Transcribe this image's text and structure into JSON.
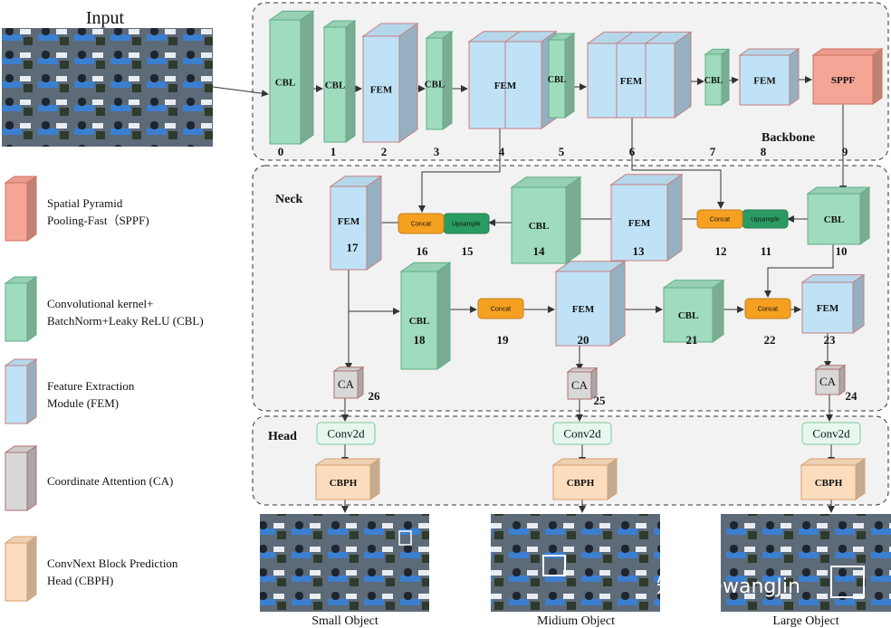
{
  "input_label": "Input",
  "sections": {
    "backbone": "Backbone",
    "neck": "Neck",
    "head": "Head"
  },
  "colors": {
    "sppf": "#f4a596",
    "cbl": "#9fdbbd",
    "fem": "#bfe2f7",
    "ca": "#d8d8d8",
    "cbph": "#fbdcbd",
    "concat": "#f5a020",
    "upsample": "#2a9c63",
    "conv2d": "#e6f7ee"
  },
  "nodes": [
    {
      "id": "b0",
      "type": "cbl",
      "label": "CBL",
      "num": "0"
    },
    {
      "id": "b1",
      "type": "cbl",
      "label": "CBL",
      "num": "1"
    },
    {
      "id": "b2",
      "type": "fem",
      "label": "FEM",
      "num": "2"
    },
    {
      "id": "b3",
      "type": "cbl",
      "label": "CBL",
      "num": "3"
    },
    {
      "id": "b4",
      "type": "fem",
      "label": "FEM",
      "num": "4"
    },
    {
      "id": "b5",
      "type": "cbl",
      "label": "CBL",
      "num": "5"
    },
    {
      "id": "b6",
      "type": "fem",
      "label": "FEM",
      "num": "6"
    },
    {
      "id": "b7",
      "type": "cbl",
      "label": "CBL",
      "num": "7"
    },
    {
      "id": "b8",
      "type": "fem",
      "label": "FEM",
      "num": "8"
    },
    {
      "id": "b9",
      "type": "sppf",
      "label": "SPPF",
      "num": "9"
    },
    {
      "id": "n10",
      "type": "cbl",
      "label": "CBL",
      "num": "10"
    },
    {
      "id": "n11",
      "type": "upsample",
      "label": "Upsample",
      "num": "11"
    },
    {
      "id": "n12",
      "type": "concat",
      "label": "Concat",
      "num": "12"
    },
    {
      "id": "n13",
      "type": "fem",
      "label": "FEM",
      "num": "13"
    },
    {
      "id": "n14",
      "type": "cbl",
      "label": "CBL",
      "num": "14"
    },
    {
      "id": "n15",
      "type": "upsample",
      "label": "Upsample",
      "num": "15"
    },
    {
      "id": "n16",
      "type": "concat",
      "label": "Concat",
      "num": "16"
    },
    {
      "id": "n17",
      "type": "fem",
      "label": "FEM",
      "num": "17"
    },
    {
      "id": "n18",
      "type": "cbl",
      "label": "CBL",
      "num": "18"
    },
    {
      "id": "n19",
      "type": "concat",
      "label": "Concat",
      "num": "19"
    },
    {
      "id": "n20",
      "type": "fem",
      "label": "FEM",
      "num": "20"
    },
    {
      "id": "n21",
      "type": "cbl",
      "label": "CBL",
      "num": "21"
    },
    {
      "id": "n22",
      "type": "concat",
      "label": "Concat",
      "num": "22"
    },
    {
      "id": "n23",
      "type": "fem",
      "label": "FEM",
      "num": "23"
    },
    {
      "id": "n24",
      "type": "ca",
      "label": "CA",
      "num": "24"
    },
    {
      "id": "n25",
      "type": "ca",
      "label": "CA",
      "num": "25"
    },
    {
      "id": "n26",
      "type": "ca",
      "label": "CA",
      "num": "26"
    },
    {
      "id": "h1",
      "type": "conv2d",
      "label": "Conv2d",
      "num": ""
    },
    {
      "id": "h2",
      "type": "conv2d",
      "label": "Conv2d",
      "num": ""
    },
    {
      "id": "h3",
      "type": "conv2d",
      "label": "Conv2d",
      "num": ""
    },
    {
      "id": "p1",
      "type": "cbph",
      "label": "CBPH",
      "num": ""
    },
    {
      "id": "p2",
      "type": "cbph",
      "label": "CBPH",
      "num": ""
    },
    {
      "id": "p3",
      "type": "cbph",
      "label": "CBPH",
      "num": ""
    }
  ],
  "legend": [
    {
      "type": "sppf",
      "lines": [
        "Spatial Pyramid",
        "Pooling-Fast（SPPF)"
      ]
    },
    {
      "type": "cbl",
      "lines": [
        "Convolutional kernel+",
        "BatchNorm+Leaky ReLU (CBL)"
      ]
    },
    {
      "type": "fem",
      "lines": [
        "Feature Extraction",
        "Module (FEM)"
      ]
    },
    {
      "type": "ca",
      "lines": [
        "Coordinate Attention (CA)"
      ]
    },
    {
      "type": "cbph",
      "lines": [
        "ConvNext Block Prediction",
        "Head (CBPH)"
      ]
    }
  ],
  "outputs": [
    "Small Object",
    "Midium Object",
    "Large Object"
  ],
  "watermark": "知乎 @wangJin"
}
